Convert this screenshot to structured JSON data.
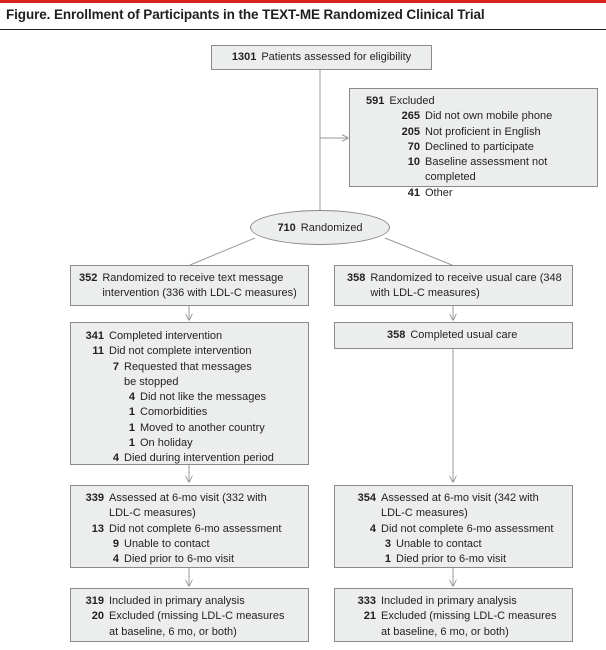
{
  "figure": {
    "title": "Figure. Enrollment of Participants in the TEXT-ME Randomized Clinical Trial"
  },
  "assessed": {
    "n": "1301",
    "text": "Patients assessed for eligibility"
  },
  "excluded": {
    "n": "591",
    "text": "Excluded",
    "items": [
      {
        "n": "265",
        "text": "Did not own mobile phone"
      },
      {
        "n": "205",
        "text": "Not proficient in English"
      },
      {
        "n": "70",
        "text": "Declined to participate"
      },
      {
        "n": "10",
        "text": "Baseline assessment not completed"
      },
      {
        "n": "41",
        "text": "Other"
      }
    ]
  },
  "randomized": {
    "n": "710",
    "text": "Randomized"
  },
  "left": {
    "arm": {
      "n": "352",
      "text": "Randomized to receive text message\nintervention (336 with LDL-C measures)"
    },
    "completed": {
      "n": "341",
      "text": "Completed intervention"
    },
    "not_completed": {
      "n": "11",
      "text": "Did not complete intervention"
    },
    "requested": {
      "n": "7",
      "text": "Requested that messages\nbe stopped"
    },
    "reasons": [
      {
        "n": "4",
        "text": "Did not like the messages"
      },
      {
        "n": "1",
        "text": "Comorbidities"
      },
      {
        "n": "1",
        "text": "Moved to another country"
      },
      {
        "n": "1",
        "text": "On holiday"
      }
    ],
    "died": {
      "n": "4",
      "text": "Died during intervention period"
    },
    "visit": {
      "n": "339",
      "text": "Assessed at 6-mo visit (332 with\nLDL-C measures)"
    },
    "visit_missed": {
      "n": "13",
      "text": "Did not complete 6-mo assessment"
    },
    "visit_reasons": [
      {
        "n": "9",
        "text": "Unable to contact"
      },
      {
        "n": "4",
        "text": "Died prior to 6-mo visit"
      }
    ],
    "analysis": {
      "n": "319",
      "text": "Included in primary analysis"
    },
    "analysis_excluded": {
      "n": "20",
      "text": "Excluded (missing LDL-C measures\nat baseline, 6 mo, or both)"
    }
  },
  "right": {
    "arm": {
      "n": "358",
      "text": "Randomized to receive usual care (348\nwith LDL-C measures)"
    },
    "completed": {
      "n": "358",
      "text": "Completed usual care"
    },
    "visit": {
      "n": "354",
      "text": "Assessed at 6-mo visit (342 with\nLDL-C measures)"
    },
    "visit_missed": {
      "n": "4",
      "text": "Did not complete 6-mo assessment"
    },
    "visit_reasons": [
      {
        "n": "3",
        "text": "Unable to contact"
      },
      {
        "n": "1",
        "text": "Died prior to 6-mo visit"
      }
    ],
    "analysis": {
      "n": "333",
      "text": "Included in primary analysis"
    },
    "analysis_excluded": {
      "n": "21",
      "text": "Excluded (missing LDL-C measures\nat baseline, 6 mo, or both)"
    }
  },
  "colors": {
    "accent": "#d6231c",
    "box_fill": "#eceded",
    "box_border": "#8a8a8a",
    "connector": "#9a9a9a"
  }
}
